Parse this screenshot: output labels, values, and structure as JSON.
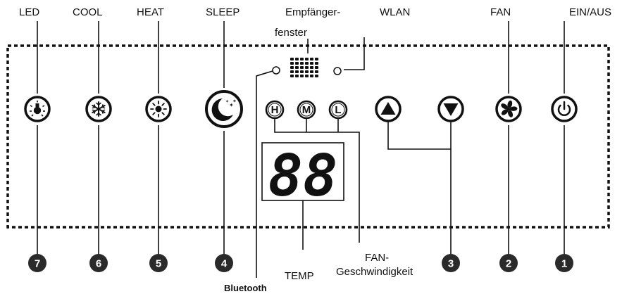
{
  "top_labels": {
    "led": "LED",
    "cool": "COOL",
    "heat": "HEAT",
    "sleep": "SLEEP",
    "receiver_line1": "Empfänger-",
    "receiver_line2": "fenster",
    "wlan": "WLAN",
    "fan": "FAN",
    "power": "EIN/AUS"
  },
  "bottom_labels": {
    "temp": "TEMP",
    "fan_speed_line1": "FAN-",
    "fan_speed_line2": "Geschwindigkeit",
    "bluetooth": "Bluetooth"
  },
  "speed_indicators": [
    "H",
    "M",
    "L"
  ],
  "display": {
    "digits": "88"
  },
  "numbers": {
    "n7": "7",
    "n6": "6",
    "n5": "5",
    "n4": "4",
    "n3": "3",
    "n2": "2",
    "n1": "1"
  },
  "icons": {
    "led": "lamp-icon",
    "cool": "snowflake-icon",
    "heat": "sun-icon",
    "sleep": "moon-stars-icon",
    "up": "triangle-up-icon",
    "down": "triangle-down-icon",
    "fan": "fan-icon",
    "power": "power-icon"
  },
  "colors": {
    "ink": "#111111",
    "badge": "#2a2a2a",
    "background": "#ffffff"
  }
}
